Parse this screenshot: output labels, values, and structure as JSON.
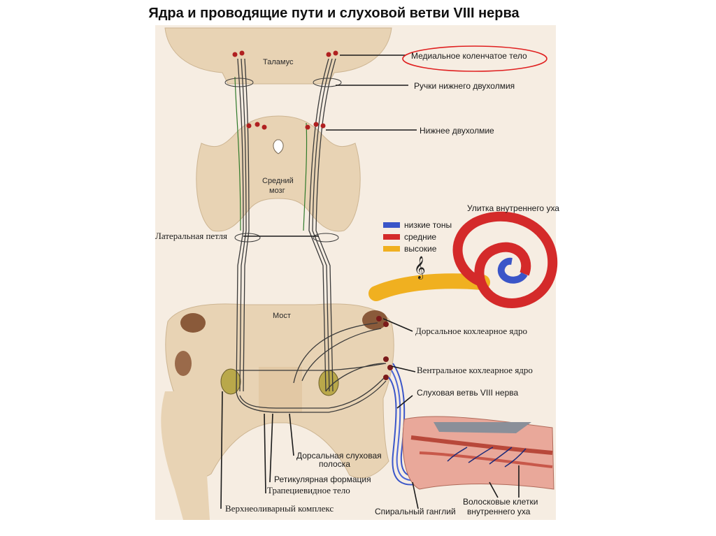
{
  "title": "Ядра и проводящие пути и слуховой ветви VIII нерва",
  "structures": {
    "thalamus": "Таламус",
    "midbrain_line1": "Средний",
    "midbrain_line2": "мозг",
    "pons": "Мост"
  },
  "labels": {
    "medial_geniculate": "Медиальное коленчатое тело",
    "inferior_brachium": "Ручки нижнего двухолмия",
    "inferior_colliculus": "Нижнее двухолмие",
    "lateral_lemniscus": "Латеральная петля",
    "dorsal_cochlear": "Дорсальное  кохлеарное ядро",
    "ventral_cochlear": "Вентральное кохлеарное ядро",
    "auditory_branch": "Слуховая ветвь VIII нерва",
    "dorsal_stria_line1": "Дорсальная слуховая",
    "dorsal_stria_line2": "полоска",
    "reticular": "Ретикулярная формация",
    "trapezoid": "Трапециевидное тело",
    "superior_olive": "Верхнеоливарный комплекс",
    "spiral_ganglion": "Спиральный ганглий",
    "hair_cells_line1": "Волосковые клетки",
    "hair_cells_line2": "внутреннего уха"
  },
  "cochlea": {
    "title": "Улитка внутреннего уха",
    "legend": [
      {
        "label": "низкие тоны",
        "color": "#3a55c8"
      },
      {
        "label": "средние",
        "color": "#d42a2a"
      },
      {
        "label": "высокие",
        "color": "#f0b020"
      }
    ],
    "clef_symbol": "𝄞"
  },
  "colors": {
    "tissue": "#e8d3b4",
    "background_panel": "#f6ede2",
    "nerve_path": "#3a3a3a",
    "low_tone": "#3a55c8",
    "mid_tone": "#d42a2a",
    "high_tone": "#f0b020",
    "annotation": "#e02020"
  }
}
